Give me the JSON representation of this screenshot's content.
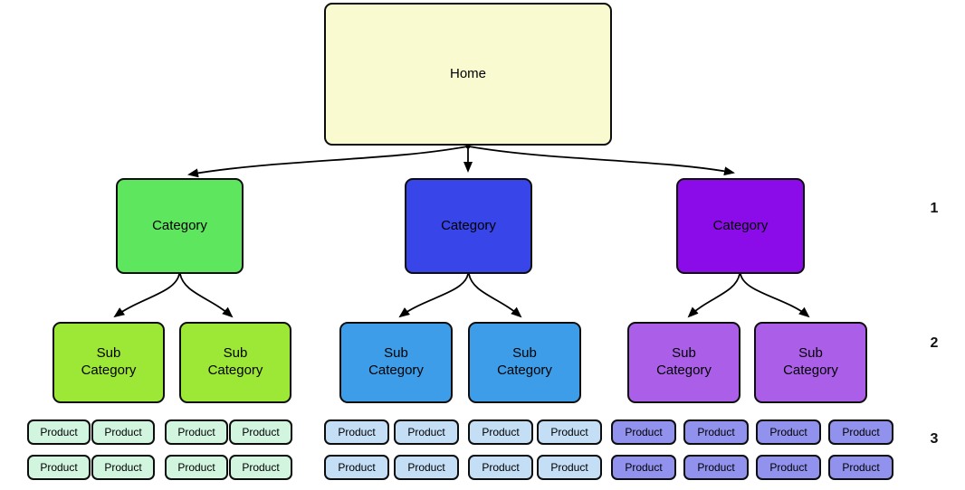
{
  "diagram": {
    "background": "#FFFFFF",
    "edge_color": "#000000",
    "node_border_color": "#0D0D0D",
    "home": {
      "label": "Home",
      "fill": "#FAFAD0"
    },
    "level_labels": [
      "1",
      "2",
      "3"
    ],
    "branches": [
      {
        "name": "green",
        "category": {
          "label": "Category",
          "fill": "#5EE65E"
        },
        "subcategories": [
          {
            "label": "Sub\nCategory",
            "fill": "#9DE836"
          },
          {
            "label": "Sub\nCategory",
            "fill": "#9DE836"
          }
        ],
        "product_fill": "#D2F5E0",
        "product_rows": [
          [
            "Product",
            "Product",
            "Product",
            "Product"
          ],
          [
            "Product",
            "Product",
            "Product",
            "Product"
          ]
        ]
      },
      {
        "name": "blue",
        "category": {
          "label": "Category",
          "fill": "#3845E8"
        },
        "subcategories": [
          {
            "label": "Sub\nCategory",
            "fill": "#3D9DE8"
          },
          {
            "label": "Sub\nCategory",
            "fill": "#3D9DE8"
          }
        ],
        "product_fill": "#C4DEF6",
        "product_rows": [
          [
            "Product",
            "Product",
            "Product",
            "Product"
          ],
          [
            "Product",
            "Product",
            "Product",
            "Product"
          ]
        ]
      },
      {
        "name": "purple",
        "category": {
          "label": "Category",
          "fill": "#8B0CE8"
        },
        "subcategories": [
          {
            "label": "Sub\nCategory",
            "fill": "#AB5FE8"
          },
          {
            "label": "Sub\nCategory",
            "fill": "#AB5FE8"
          }
        ],
        "product_fill": "#9191EE",
        "product_rows": [
          [
            "Product",
            "Product",
            "Product",
            "Product"
          ],
          [
            "Product",
            "Product",
            "Product",
            "Product"
          ]
        ]
      }
    ]
  }
}
